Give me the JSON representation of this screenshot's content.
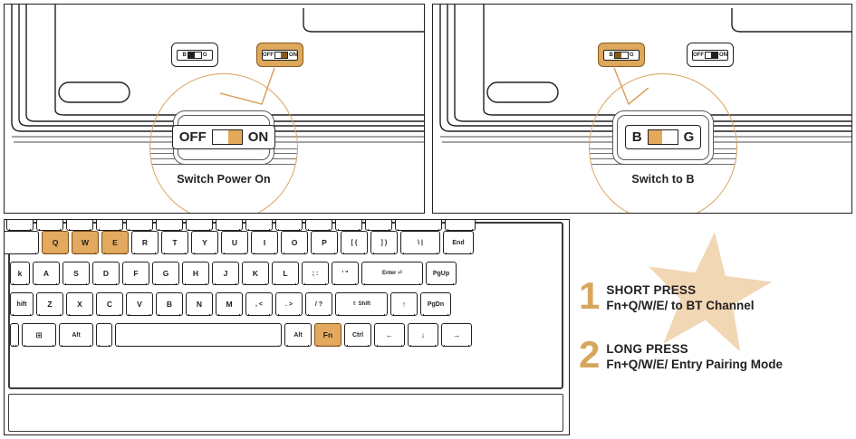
{
  "panels": {
    "power": {
      "name": "Switch Power On panel",
      "switches": {
        "channel": {
          "left_label": "B",
          "right_label": "G",
          "knob": "left",
          "highlighted": false
        },
        "power": {
          "left_label": "OFF",
          "right_label": "ON",
          "knob": "right",
          "highlighted": true
        }
      },
      "magnified": {
        "left_label": "OFF",
        "right_label": "ON",
        "knob": "right",
        "caption": "Switch Power On"
      }
    },
    "channel": {
      "name": "Switch to B panel",
      "switches": {
        "channel": {
          "left_label": "B",
          "right_label": "G",
          "knob": "left",
          "highlighted": true
        },
        "power": {
          "left_label": "OFF",
          "right_label": "ON",
          "knob": "right",
          "highlighted": false
        }
      },
      "magnified": {
        "left_label": "B",
        "right_label": "G",
        "knob": "left",
        "caption": "Switch to B"
      }
    }
  },
  "keyboard": {
    "highlighted_keys": [
      "Q",
      "W",
      "E",
      "Fn"
    ],
    "rows": [
      {
        "id": "row-number",
        "keys": [
          {
            "label": "",
            "w": 30
          },
          {
            "label": "",
            "w": 30
          },
          {
            "label": "",
            "w": 30
          },
          {
            "label": "",
            "w": 30
          },
          {
            "label": "",
            "w": 30
          },
          {
            "label": "",
            "w": 30
          },
          {
            "label": "",
            "w": 30
          },
          {
            "label": "",
            "w": 30
          },
          {
            "label": "",
            "w": 30
          },
          {
            "label": "",
            "w": 30
          },
          {
            "label": "",
            "w": 30
          },
          {
            "label": "",
            "w": 30
          },
          {
            "label": "",
            "w": 30
          },
          {
            "label": "",
            "w": 52
          },
          {
            "label": "",
            "w": 34
          }
        ]
      },
      {
        "id": "row-qwerty",
        "keys": [
          {
            "label": "",
            "w": 44
          },
          {
            "label": "Q",
            "w": 30,
            "on": true
          },
          {
            "label": "W",
            "w": 30,
            "on": true
          },
          {
            "label": "E",
            "w": 30,
            "on": true
          },
          {
            "label": "R",
            "w": 30
          },
          {
            "label": "T",
            "w": 30
          },
          {
            "label": "Y",
            "w": 30
          },
          {
            "label": "U",
            "w": 30
          },
          {
            "label": "I",
            "w": 30
          },
          {
            "label": "O",
            "w": 30
          },
          {
            "label": "P",
            "w": 30
          },
          {
            "label": "[ {",
            "w": 30
          },
          {
            "label": "] }",
            "w": 30
          },
          {
            "label": "\\ |",
            "w": 44
          },
          {
            "label": "End",
            "w": 34
          }
        ]
      },
      {
        "id": "row-asdf",
        "keys": [
          {
            "label": "k",
            "w": 22
          },
          {
            "label": "A",
            "w": 30
          },
          {
            "label": "S",
            "w": 30
          },
          {
            "label": "D",
            "w": 30
          },
          {
            "label": "F",
            "w": 30
          },
          {
            "label": "G",
            "w": 30
          },
          {
            "label": "H",
            "w": 30
          },
          {
            "label": "J",
            "w": 30
          },
          {
            "label": "K",
            "w": 30
          },
          {
            "label": "L",
            "w": 30
          },
          {
            "label": "; :",
            "w": 30
          },
          {
            "label": "' \"",
            "w": 30
          },
          {
            "label": "Enter ⏎",
            "w": 68
          },
          {
            "label": "PgUp",
            "w": 34
          }
        ]
      },
      {
        "id": "row-zxcv",
        "keys": [
          {
            "label": "hift",
            "w": 26
          },
          {
            "label": "Z",
            "w": 30
          },
          {
            "label": "X",
            "w": 30
          },
          {
            "label": "C",
            "w": 30
          },
          {
            "label": "V",
            "w": 30
          },
          {
            "label": "B",
            "w": 30
          },
          {
            "label": "N",
            "w": 30
          },
          {
            "label": "M",
            "w": 30
          },
          {
            "label": ", <",
            "w": 30
          },
          {
            "label": ". >",
            "w": 30
          },
          {
            "label": "/ ?",
            "w": 30
          },
          {
            "label": "⇧ Shift",
            "w": 58
          },
          {
            "label": "↑",
            "w": 30
          },
          {
            "label": "PgDn",
            "w": 34
          }
        ]
      },
      {
        "id": "row-space",
        "keys": [
          {
            "label": "",
            "w": 10
          },
          {
            "label": "⊞",
            "w": 38
          },
          {
            "label": "Alt",
            "w": 38
          },
          {
            "label": "",
            "w": 18
          },
          {
            "label": "",
            "w": 184
          },
          {
            "label": "Alt",
            "w": 30
          },
          {
            "label": "Fn",
            "w": 30,
            "on": true
          },
          {
            "label": "Ctrl",
            "w": 30
          },
          {
            "label": "←",
            "w": 34
          },
          {
            "label": "↓",
            "w": 34
          },
          {
            "label": "→",
            "w": 34
          }
        ]
      }
    ]
  },
  "instructions": {
    "steps": [
      {
        "number": "1",
        "title": "SHORT PRESS",
        "detail": "Fn+Q/W/E/ to BT Channel"
      },
      {
        "number": "2",
        "title": "LONG PRESS",
        "detail": "Fn+Q/W/E/ Entry Pairing Mode"
      }
    ]
  },
  "colors": {
    "accent": "#d8a55f",
    "highlight_key": "#e2a95f",
    "star": "#f2d7b5",
    "outline": "#231f20",
    "magnifier_ring": "#d8a35f"
  }
}
